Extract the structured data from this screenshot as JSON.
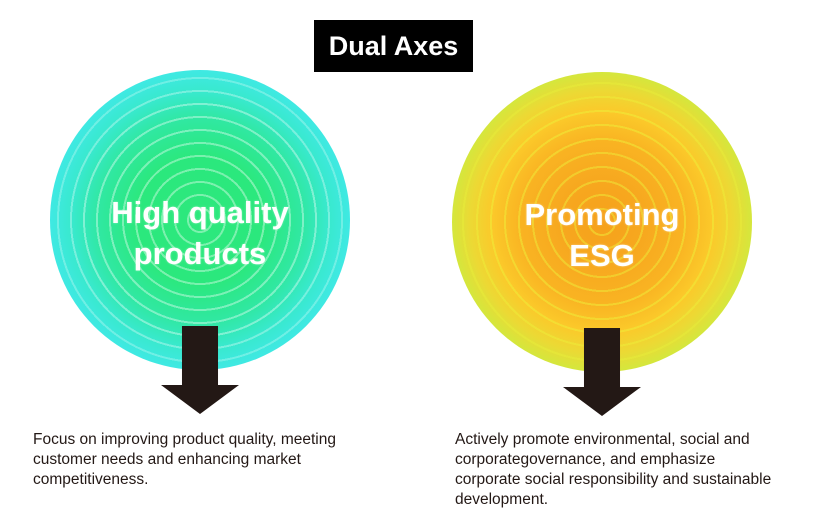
{
  "title": {
    "label": "Dual Axes"
  },
  "colors": {
    "title_bg": "#000000",
    "title_text": "#ffffff",
    "arrow": "#231815",
    "body_text": "#231815",
    "left_circle_center": "#2be87d",
    "left_circle_edge": "#3fe9e2",
    "right_circle_center": "#f7a81f",
    "right_circle_edge": "#c8ea43"
  },
  "axes": [
    {
      "id": "high-quality-products",
      "label": "High quality\nproducts",
      "description": "Focus on improving product quality, meeting\ncustomer needs and enhancing market\ncompetitiveness."
    },
    {
      "id": "promoting-esg",
      "label": "Promoting\nESG",
      "description": "Actively promote environmental, social and\ncorporategovernance, and emphasize\ncorporate social responsibility and sustainable\ndevelopment."
    }
  ]
}
